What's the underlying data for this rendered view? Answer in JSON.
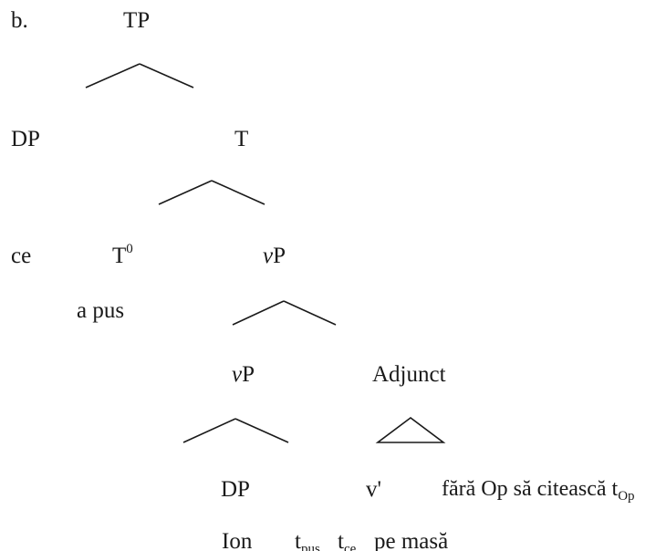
{
  "example_label": "b.",
  "nodes": {
    "tp": "TP",
    "dp_spec": "DP",
    "t_bar": "T",
    "ce": "ce",
    "t0": {
      "base": "T",
      "sup": "0"
    },
    "vp_top": {
      "italic": "v",
      "rest": "P"
    },
    "a_pus": "a pus",
    "vp_lower": {
      "italic": "v",
      "rest": "P"
    },
    "adjunct": "Adjunct",
    "dp_subject": "DP",
    "v_bar": "v'",
    "adjunct_clause": {
      "text": "fără Op să citească t",
      "sub": "Op"
    },
    "ion": "Ion",
    "trace_pus": {
      "base": "t",
      "sub": "pus"
    },
    "trace_ce": {
      "base": "t",
      "sub": "ce"
    },
    "pe_masa": "pe masă"
  }
}
